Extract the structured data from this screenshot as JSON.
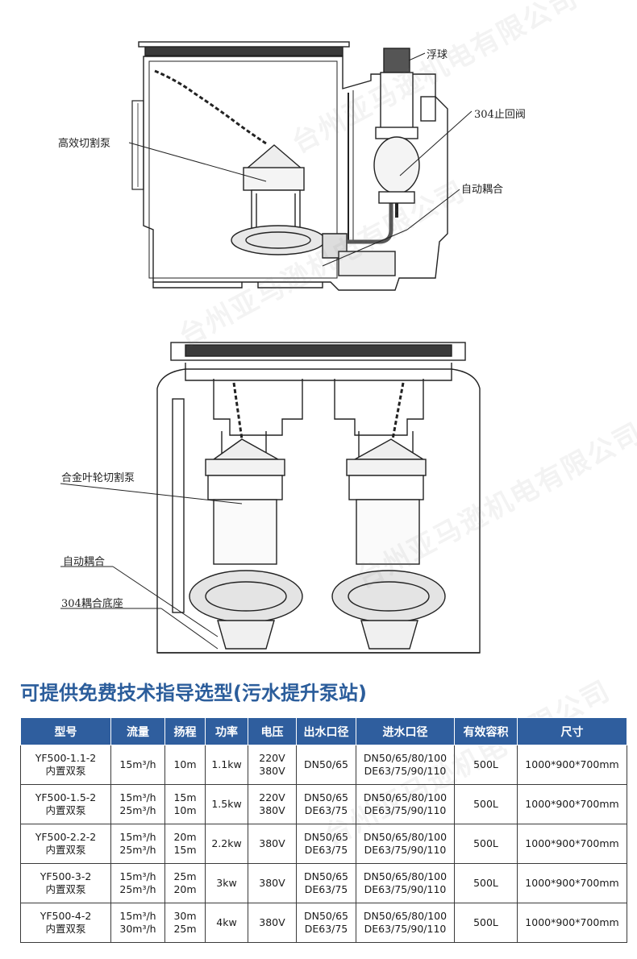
{
  "diagram_top": {
    "labels": [
      "浮球",
      "304止回阀",
      "高效切割泵",
      "自动耦合"
    ]
  },
  "diagram_bottom": {
    "labels": [
      "合金叶轮切割泵",
      "自动耦合",
      "304耦合底座"
    ]
  },
  "watermark": "台州亚马逊机电有限公司",
  "section_title": "可提供免费技术指导选型(污水提升泵站)",
  "table": {
    "headers": [
      "型号",
      "流量",
      "扬程",
      "功率",
      "电压",
      "出水口径",
      "进水口径",
      "有效容积",
      "尺寸"
    ],
    "rows": [
      {
        "model": [
          "YF500-1.1-2",
          "内置双泵"
        ],
        "flow": [
          "15m³/h"
        ],
        "head": [
          "10m"
        ],
        "power": "1.1kw",
        "voltage": [
          "220V",
          "380V"
        ],
        "outlet": [
          "DN50/65"
        ],
        "inlet": [
          "DN50/65/80/100",
          "DE63/75/90/110"
        ],
        "volume": "500L",
        "size": "1000*900*700mm"
      },
      {
        "model": [
          "YF500-1.5-2",
          "内置双泵"
        ],
        "flow": [
          "15m³/h",
          "25m³/h"
        ],
        "head": [
          "15m",
          "10m"
        ],
        "power": "1.5kw",
        "voltage": [
          "220V",
          "380V"
        ],
        "outlet": [
          "DN50/65",
          "DE63/75"
        ],
        "inlet": [
          "DN50/65/80/100",
          "DE63/75/90/110"
        ],
        "volume": "500L",
        "size": "1000*900*700mm"
      },
      {
        "model": [
          "YF500-2.2-2",
          "内置双泵"
        ],
        "flow": [
          "15m³/h",
          "25m³/h"
        ],
        "head": [
          "20m",
          "15m"
        ],
        "power": "2.2kw",
        "voltage": [
          "380V"
        ],
        "outlet": [
          "DN50/65",
          "DE63/75"
        ],
        "inlet": [
          "DN50/65/80/100",
          "DE63/75/90/110"
        ],
        "volume": "500L",
        "size": "1000*900*700mm"
      },
      {
        "model": [
          "YF500-3-2",
          "内置双泵"
        ],
        "flow": [
          "15m³/h",
          "25m³/h"
        ],
        "head": [
          "25m",
          "20m"
        ],
        "power": "3kw",
        "voltage": [
          "380V"
        ],
        "outlet": [
          "DN50/65",
          "DE63/75"
        ],
        "inlet": [
          "DN50/65/80/100",
          "DE63/75/90/110"
        ],
        "volume": "500L",
        "size": "1000*900*700mm"
      },
      {
        "model": [
          "YF500-4-2",
          "内置双泵"
        ],
        "flow": [
          "15m³/h",
          "30m³/h"
        ],
        "head": [
          "30m",
          "25m"
        ],
        "power": "4kw",
        "voltage": [
          "380V"
        ],
        "outlet": [
          "DN50/65",
          "DE63/75"
        ],
        "inlet": [
          "DN50/65/80/100",
          "DE63/75/90/110"
        ],
        "volume": "500L",
        "size": "1000*900*700mm"
      }
    ]
  }
}
